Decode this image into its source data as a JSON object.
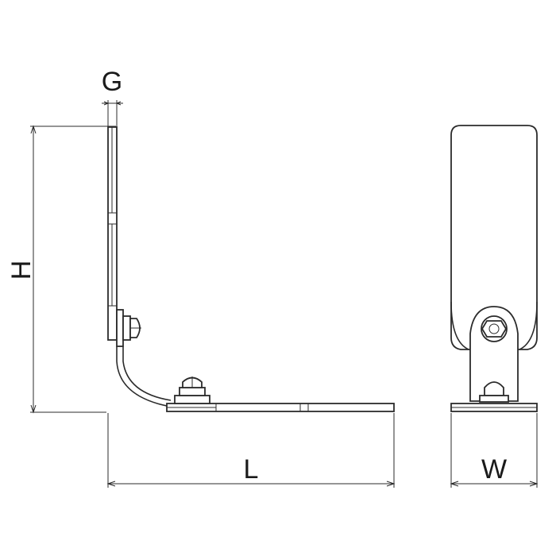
{
  "dimensions": {
    "gap": "G",
    "height": "H",
    "length": "L",
    "width": "W"
  },
  "colors": {
    "line": "#2b2b2b",
    "background": "#ffffff"
  }
}
